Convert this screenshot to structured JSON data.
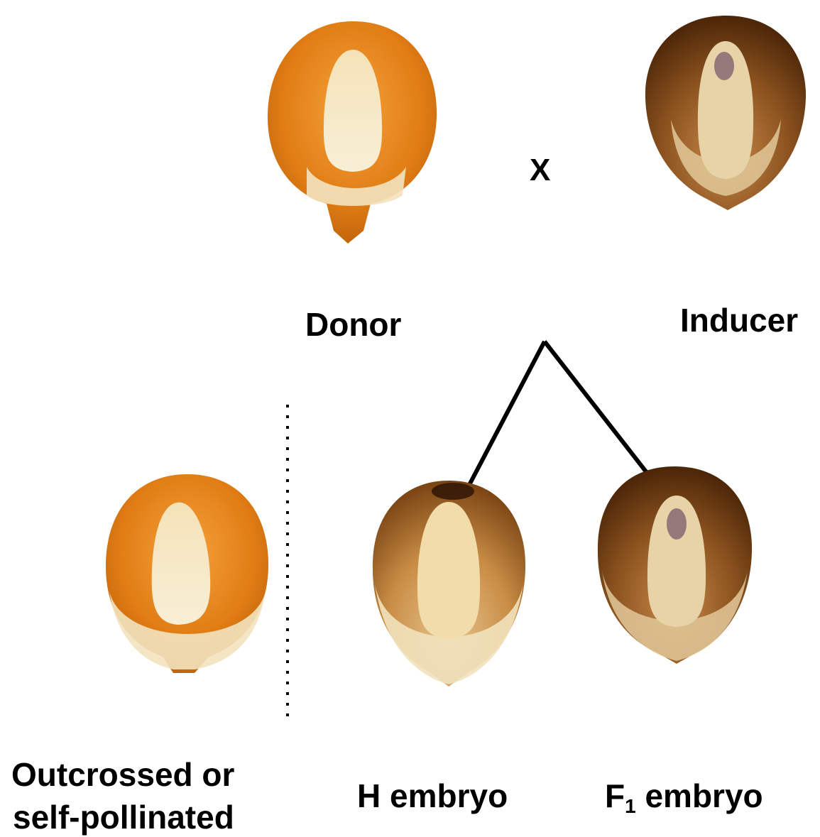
{
  "cross_symbol": "X",
  "labels": {
    "donor": "Donor",
    "inducer": "Inducer",
    "outcrossed_line1": "Outcrossed or",
    "outcrossed_line2": "self-pollinated",
    "h_embryo": "H embryo",
    "f1_prefix": "F",
    "f1_subscript": "1",
    "f1_suffix": " embryo"
  },
  "colors": {
    "donor_kernel": "#e07c14",
    "inducer_kernel": "#6b3a12",
    "embryo": "#f3e6c2",
    "line": "#000000"
  }
}
